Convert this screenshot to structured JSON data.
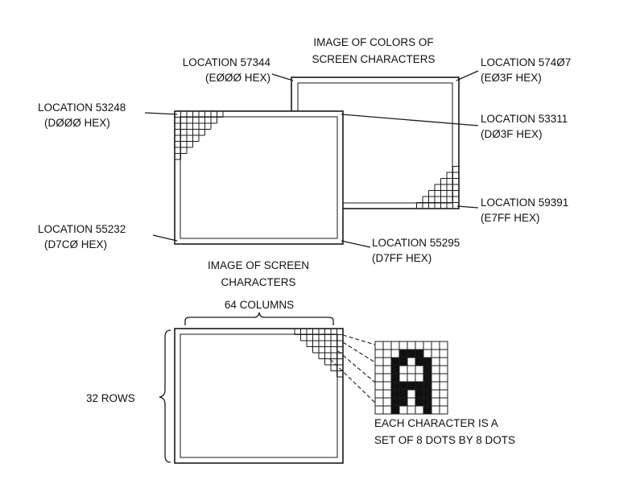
{
  "colors": {
    "ink": "#111111",
    "paper": "#ffffff"
  },
  "color_memory": {
    "title_line1": "IMAGE OF COLORS OF",
    "title_line2": "SCREEN CHARACTERS",
    "top_left": {
      "loc": "LOCATION 57344",
      "hex": "(EØØØ HEX)"
    },
    "top_right": {
      "loc": "LOCATION 574Ø7",
      "hex": "(EØ3F HEX)"
    },
    "bottom_right": {
      "loc": "LOCATION 59391",
      "hex": "(E7FF HEX)"
    }
  },
  "screen_memory": {
    "title_line1": "IMAGE OF SCREEN",
    "title_line2": "CHARACTERS",
    "top_left": {
      "loc": "LOCATION 53248",
      "hex": "(DØØØ HEX)"
    },
    "top_right": {
      "loc": "LOCATION 53311",
      "hex": "(DØ3F HEX)"
    },
    "bottom_left": {
      "loc": "LOCATION 55232",
      "hex": "(D7CØ HEX)"
    },
    "bottom_right": {
      "loc": "LOCATION 55295",
      "hex": "(D7FF HEX)"
    }
  },
  "screen": {
    "columns_label": "64 COLUMNS",
    "rows_label": "32 ROWS"
  },
  "character": {
    "glyph": "A",
    "caption_line1": "EACH CHARACTER IS A",
    "caption_line2": "SET OF 8 DOTS BY 8 DOTS"
  }
}
